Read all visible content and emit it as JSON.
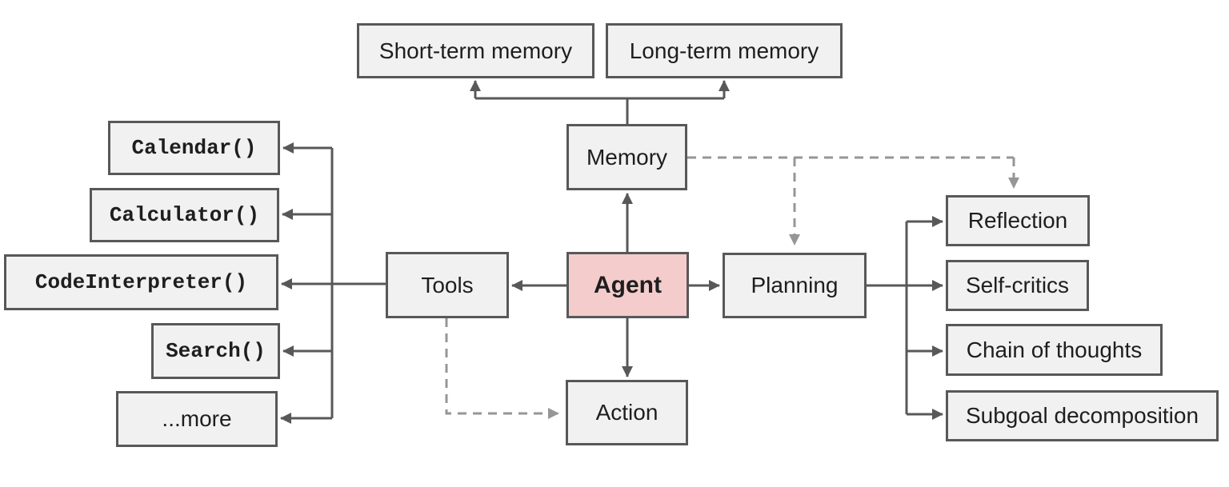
{
  "diagram": {
    "colors": {
      "background": "#ffffff",
      "node_fill": "#f1f1f2",
      "node_border": "#58585a",
      "agent_fill": "#f4cccc",
      "solid_arrow": "#58585a",
      "dashed_arrow": "#969696",
      "text": "#1e1e1e"
    },
    "nodes": {
      "agent": "Agent",
      "memory": "Memory",
      "tools": "Tools",
      "planning": "Planning",
      "action": "Action",
      "short_term_memory": "Short-term memory",
      "long_term_memory": "Long-term memory",
      "calendar": "Calendar()",
      "calculator": "Calculator()",
      "code_interpreter": "CodeInterpreter()",
      "search": "Search()",
      "more": "...more",
      "reflection": "Reflection",
      "self_critics": "Self-critics",
      "chain_of_thoughts": "Chain of thoughts",
      "subgoal_decomposition": "Subgoal decomposition"
    },
    "edges": [
      {
        "from": "memory",
        "to": "short_term_memory",
        "style": "solid"
      },
      {
        "from": "memory",
        "to": "long_term_memory",
        "style": "solid"
      },
      {
        "from": "agent",
        "to": "memory",
        "style": "solid"
      },
      {
        "from": "agent",
        "to": "tools",
        "style": "solid"
      },
      {
        "from": "agent",
        "to": "planning",
        "style": "solid"
      },
      {
        "from": "agent",
        "to": "action",
        "style": "solid"
      },
      {
        "from": "tools",
        "to": "calendar",
        "style": "solid"
      },
      {
        "from": "tools",
        "to": "calculator",
        "style": "solid"
      },
      {
        "from": "tools",
        "to": "code_interpreter",
        "style": "solid"
      },
      {
        "from": "tools",
        "to": "search",
        "style": "solid"
      },
      {
        "from": "tools",
        "to": "more",
        "style": "solid"
      },
      {
        "from": "planning",
        "to": "reflection",
        "style": "solid"
      },
      {
        "from": "planning",
        "to": "self_critics",
        "style": "solid"
      },
      {
        "from": "planning",
        "to": "chain_of_thoughts",
        "style": "solid"
      },
      {
        "from": "planning",
        "to": "subgoal_decomposition",
        "style": "solid"
      },
      {
        "from": "memory",
        "to": "planning",
        "style": "dashed"
      },
      {
        "from": "memory",
        "to": "reflection",
        "style": "dashed"
      },
      {
        "from": "tools",
        "to": "action",
        "style": "dashed"
      }
    ]
  }
}
